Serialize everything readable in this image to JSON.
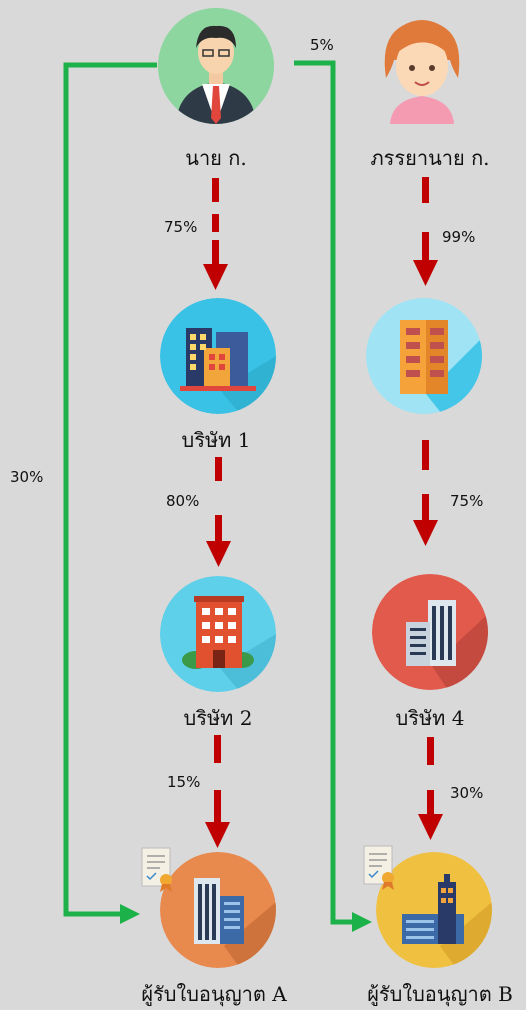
{
  "nodes": {
    "mr_k": "นาย ก.",
    "wife_k": "ภรรยานาย ก.",
    "company1": "บริษัท 1",
    "company2": "บริษัท 2",
    "company4": "บริษัท 4",
    "licensee_a": "ผู้รับใบอนุญาต A",
    "licensee_b": "ผู้รับใบอนุญาต B"
  },
  "edges": {
    "mr_to_c1": "75%",
    "c1_to_c2": "80%",
    "c2_to_a": "15%",
    "mr_to_a": "30%",
    "mr_to_b": "5%",
    "wife_to_c3": "99%",
    "c3_to_c4": "75%",
    "c4_to_b": "30%"
  },
  "colors": {
    "background": "#d9d9d9",
    "direct_arrow": "#1db14a",
    "chain_arrow": "#c00000",
    "man_circle": "#8ed6a0",
    "company1_circle": "#39c2e6",
    "company2_circle": "#5fd0ea",
    "company3_circle": "#9fe3f4",
    "company4_circle": "#e25a4c",
    "licensee_a_circle": "#e8894e",
    "licensee_b_circle": "#f0c040"
  },
  "icons": {
    "mr_k": "businessman-icon",
    "wife_k": "woman-icon",
    "company1": "office-buildings-icon",
    "company2": "office-building-icon",
    "company3": "office-tower-icon",
    "company4": "skyscraper-icon",
    "licensee_a": "licensed-building-icon",
    "licensee_b": "licensed-building-icon"
  }
}
